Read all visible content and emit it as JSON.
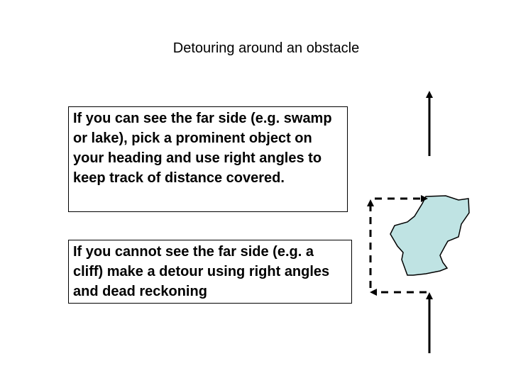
{
  "slide": {
    "title": "Detouring around an obstacle"
  },
  "boxes": {
    "far_side_visible": "If you can see the far side (e.g. swamp or lake), pick a prominent object on your heading and use right angles to keep track of distance covered.",
    "far_side_hidden": "If you cannot see the far side (e.g. a cliff) make a detour using right angles and dead reckoning"
  },
  "diagram": {
    "obstacle_color": "#bfe3e3",
    "line_color": "#000000"
  }
}
